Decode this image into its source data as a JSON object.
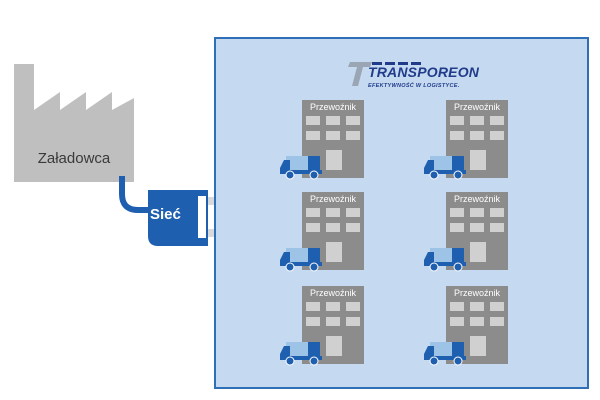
{
  "shipper": {
    "label": "Załadowca"
  },
  "network": {
    "label": "Sieć"
  },
  "logo": {
    "name": "TRANSPOREON",
    "tagline": "EFEKTYWNOŚĆ W LOGISTYCE."
  },
  "carriers": [
    {
      "label": "Przewoźnik"
    },
    {
      "label": "Przewoźnik"
    },
    {
      "label": "Przewoźnik"
    },
    {
      "label": "Przewoźnik"
    },
    {
      "label": "Przewoźnik"
    },
    {
      "label": "Przewoźnik"
    }
  ],
  "colors": {
    "platform_fill": "#c5d9f1",
    "platform_border": "#2f6fb6",
    "plug": "#1f5fb0",
    "building": "#8c8c8c",
    "truck": "#1f5fb0",
    "factory": "#bfbfbf"
  }
}
